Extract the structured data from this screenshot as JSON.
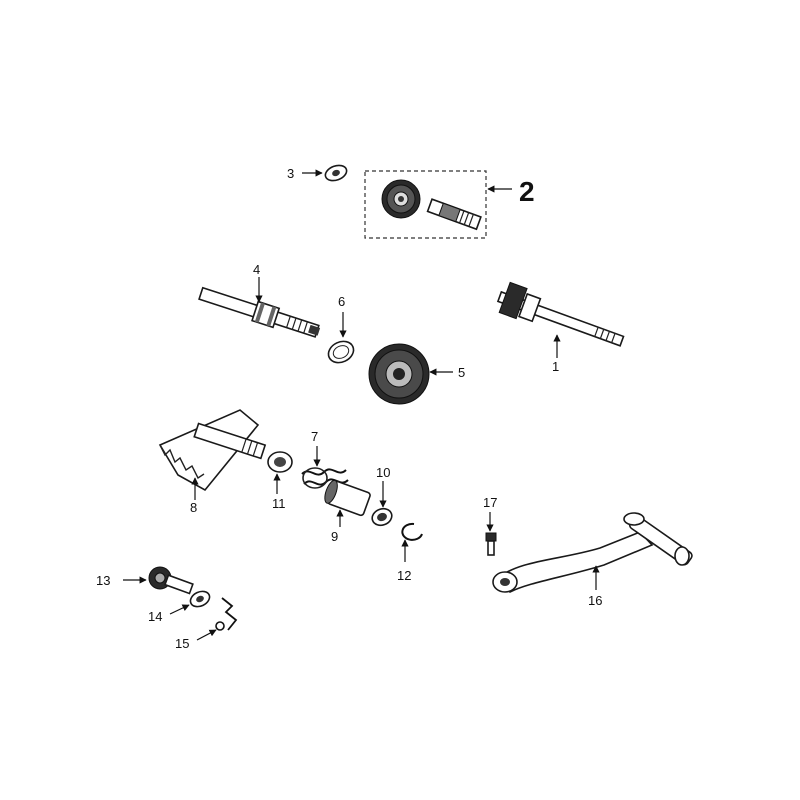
{
  "diagram": {
    "callouts": [
      {
        "id": "3",
        "text": "3"
      },
      {
        "id": "2",
        "text": "2"
      },
      {
        "id": "4",
        "text": "4"
      },
      {
        "id": "6",
        "text": "6"
      },
      {
        "id": "1",
        "text": "1"
      },
      {
        "id": "5",
        "text": "5"
      },
      {
        "id": "8",
        "text": "8"
      },
      {
        "id": "11",
        "text": "11"
      },
      {
        "id": "7",
        "text": "7"
      },
      {
        "id": "9",
        "text": "9"
      },
      {
        "id": "10",
        "text": "10"
      },
      {
        "id": "12",
        "text": "12"
      },
      {
        "id": "17",
        "text": "17"
      },
      {
        "id": "16",
        "text": "16"
      },
      {
        "id": "13",
        "text": "13"
      },
      {
        "id": "14",
        "text": "14"
      },
      {
        "id": "15",
        "text": "15"
      }
    ]
  }
}
